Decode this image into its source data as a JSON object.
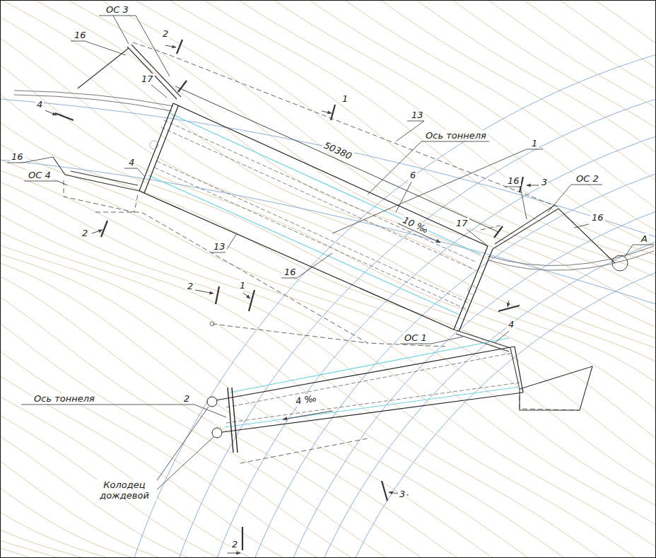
{
  "diagram": {
    "labels": [
      "ОС 3",
      "16",
      "2",
      "4",
      "1",
      "17",
      "13",
      "50380",
      "Ось тоннеля",
      "1",
      "16",
      "4",
      "ОС 4",
      "6",
      "16",
      "3",
      "ОС 2",
      "16",
      "A",
      "17",
      "10 ‰",
      "2",
      "16",
      "13",
      "2",
      "1",
      "ОС 1",
      "4",
      "Ось тоннеля",
      "2",
      "4 ‰",
      "Колодец дождевой",
      "3",
      "2"
    ]
  }
}
